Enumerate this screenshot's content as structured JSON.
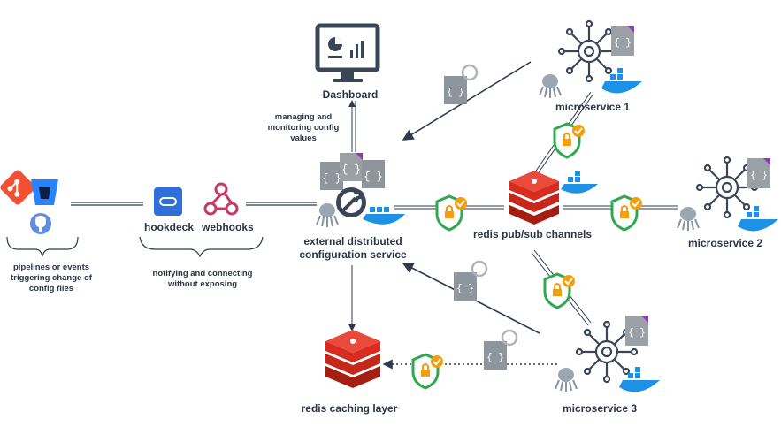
{
  "labels": {
    "dashboard": "Dashboard",
    "managing": "managing and monitoring config values",
    "microservice1": "microservice 1",
    "microservice2": "microservice 2",
    "microservice3": "microservice 3",
    "hookdeck": "hookdeck",
    "webhooks": "webhooks",
    "config_service": "external distributed configuration service",
    "pubsub": "redis pub/sub channels",
    "caching": "redis caching layer",
    "pipelines": "pipelines or events triggering change of config files",
    "notifying": "notifying and connecting without exposing"
  },
  "colors": {
    "redis_red": "#d82c20",
    "docker_blue": "#1d91e6",
    "git_red": "#f05033",
    "bitbucket_blue": "#2684ff",
    "hookdeck_blue": "#2f6fdc",
    "webhooks_pink": "#c73a63",
    "shield_green": "#2fa84f",
    "badge_orange": "#f59e0b",
    "doc_gray": "#9aa0a6",
    "line": "#2e3b4e"
  }
}
